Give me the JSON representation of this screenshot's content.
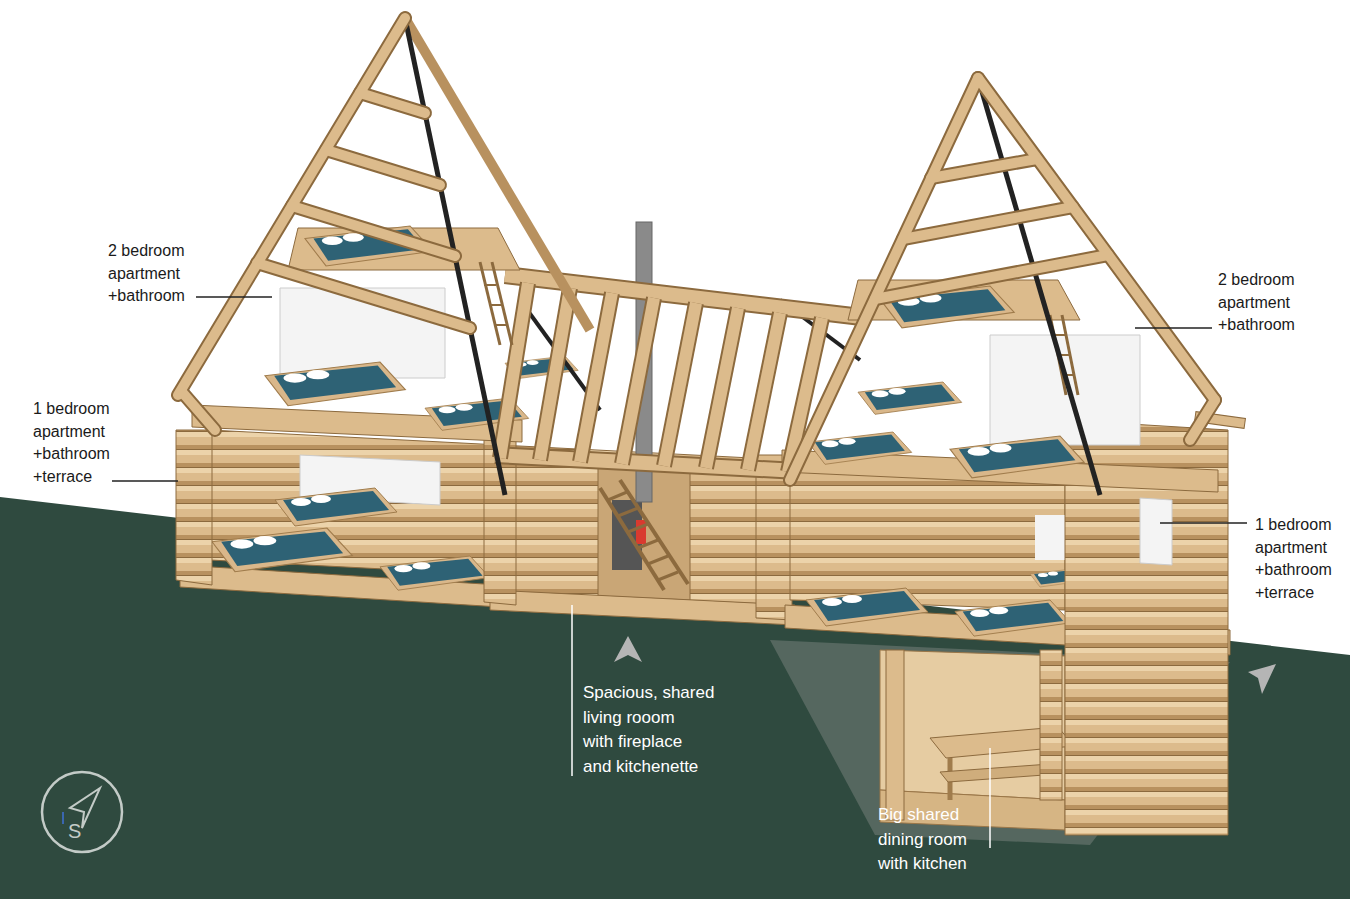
{
  "diagram": {
    "labels": [
      "2 bedroom apartment +bathroom",
      "2 bedroom apartment +bathroom",
      "1 bedroom apartment +bathroom +terrace",
      "1 bedroom apartment +bathroom +terrace",
      "Spacious, shared living rooom with fireplace and kitchenette",
      "Big shared dining room with kitchen",
      "S"
    ]
  }
}
